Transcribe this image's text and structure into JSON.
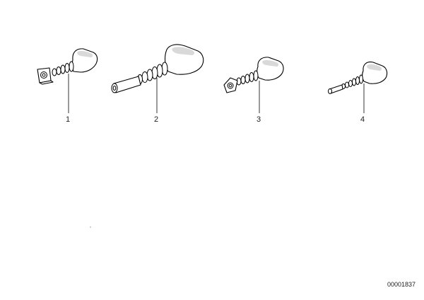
{
  "parts": [
    {
      "callout": "1"
    },
    {
      "callout": "2"
    },
    {
      "callout": "3"
    },
    {
      "callout": "4"
    }
  ],
  "document_id": "00001837"
}
